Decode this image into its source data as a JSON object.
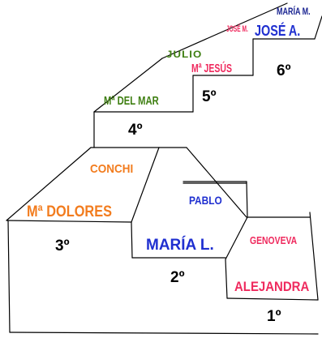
{
  "colors": {
    "orange": "#f27c1e",
    "blue": "#1f2fd0",
    "green": "#3f7f12",
    "red": "#ef2a5e",
    "navy": "#1a2491",
    "black": "#000000"
  },
  "steps": {
    "first": {
      "ordinal": "1º",
      "names": [
        "GENOVEVA",
        "ALEJANDRA"
      ]
    },
    "second": {
      "ordinal": "2º",
      "names": [
        "PABLO",
        "MARÍA L."
      ]
    },
    "third": {
      "ordinal": "3º",
      "names": [
        "CONCHI",
        "Mª DOLORES"
      ]
    },
    "fourth": {
      "ordinal": "4º",
      "names": [
        "Mª DEL MAR"
      ]
    },
    "fifth": {
      "ordinal": "5º",
      "names": [
        "JULIO",
        "Mª JESÚS"
      ]
    },
    "sixth": {
      "ordinal": "6º",
      "names": [
        "JOSÉ M.",
        "JOSÉ A."
      ]
    },
    "top": {
      "names": [
        "MARÍA M."
      ]
    }
  }
}
